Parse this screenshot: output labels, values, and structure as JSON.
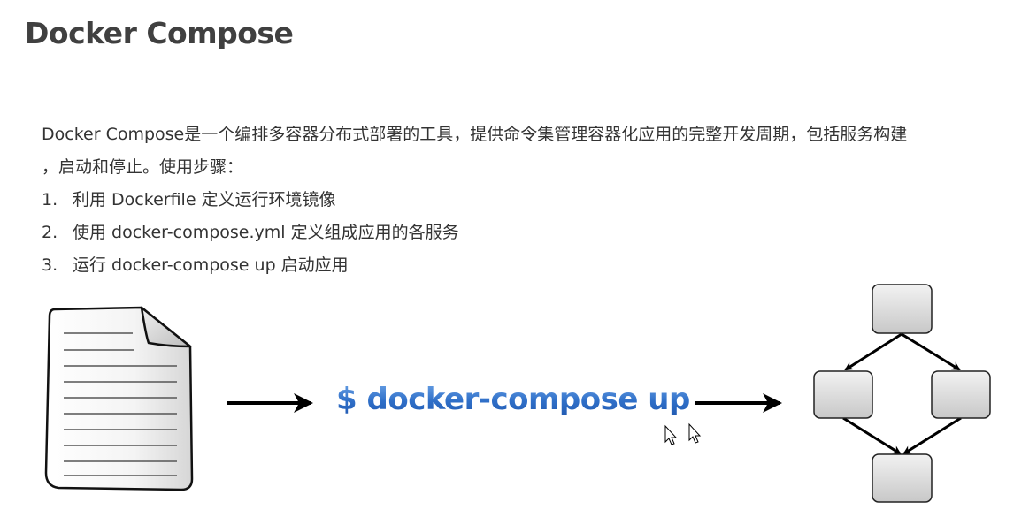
{
  "title": "Docker Compose",
  "description": {
    "line1": "Docker Compose是一个编排多容器分布式部署的工具，提供命令集管理容器化应用的完整开发周期，包括服务构建",
    "line2": "，启动和停止。使用步骤："
  },
  "steps": [
    {
      "num": "1.",
      "text": "利用 Dockerfile 定义运行环境镜像"
    },
    {
      "num": "2.",
      "text": "使用 docker-compose.yml 定义组成应用的各服务"
    },
    {
      "num": "3.",
      "text": "运行 docker-compose up 启动应用"
    }
  ],
  "diagram": {
    "command": "$ docker-compose up",
    "command_color": "#2f6fc8"
  }
}
